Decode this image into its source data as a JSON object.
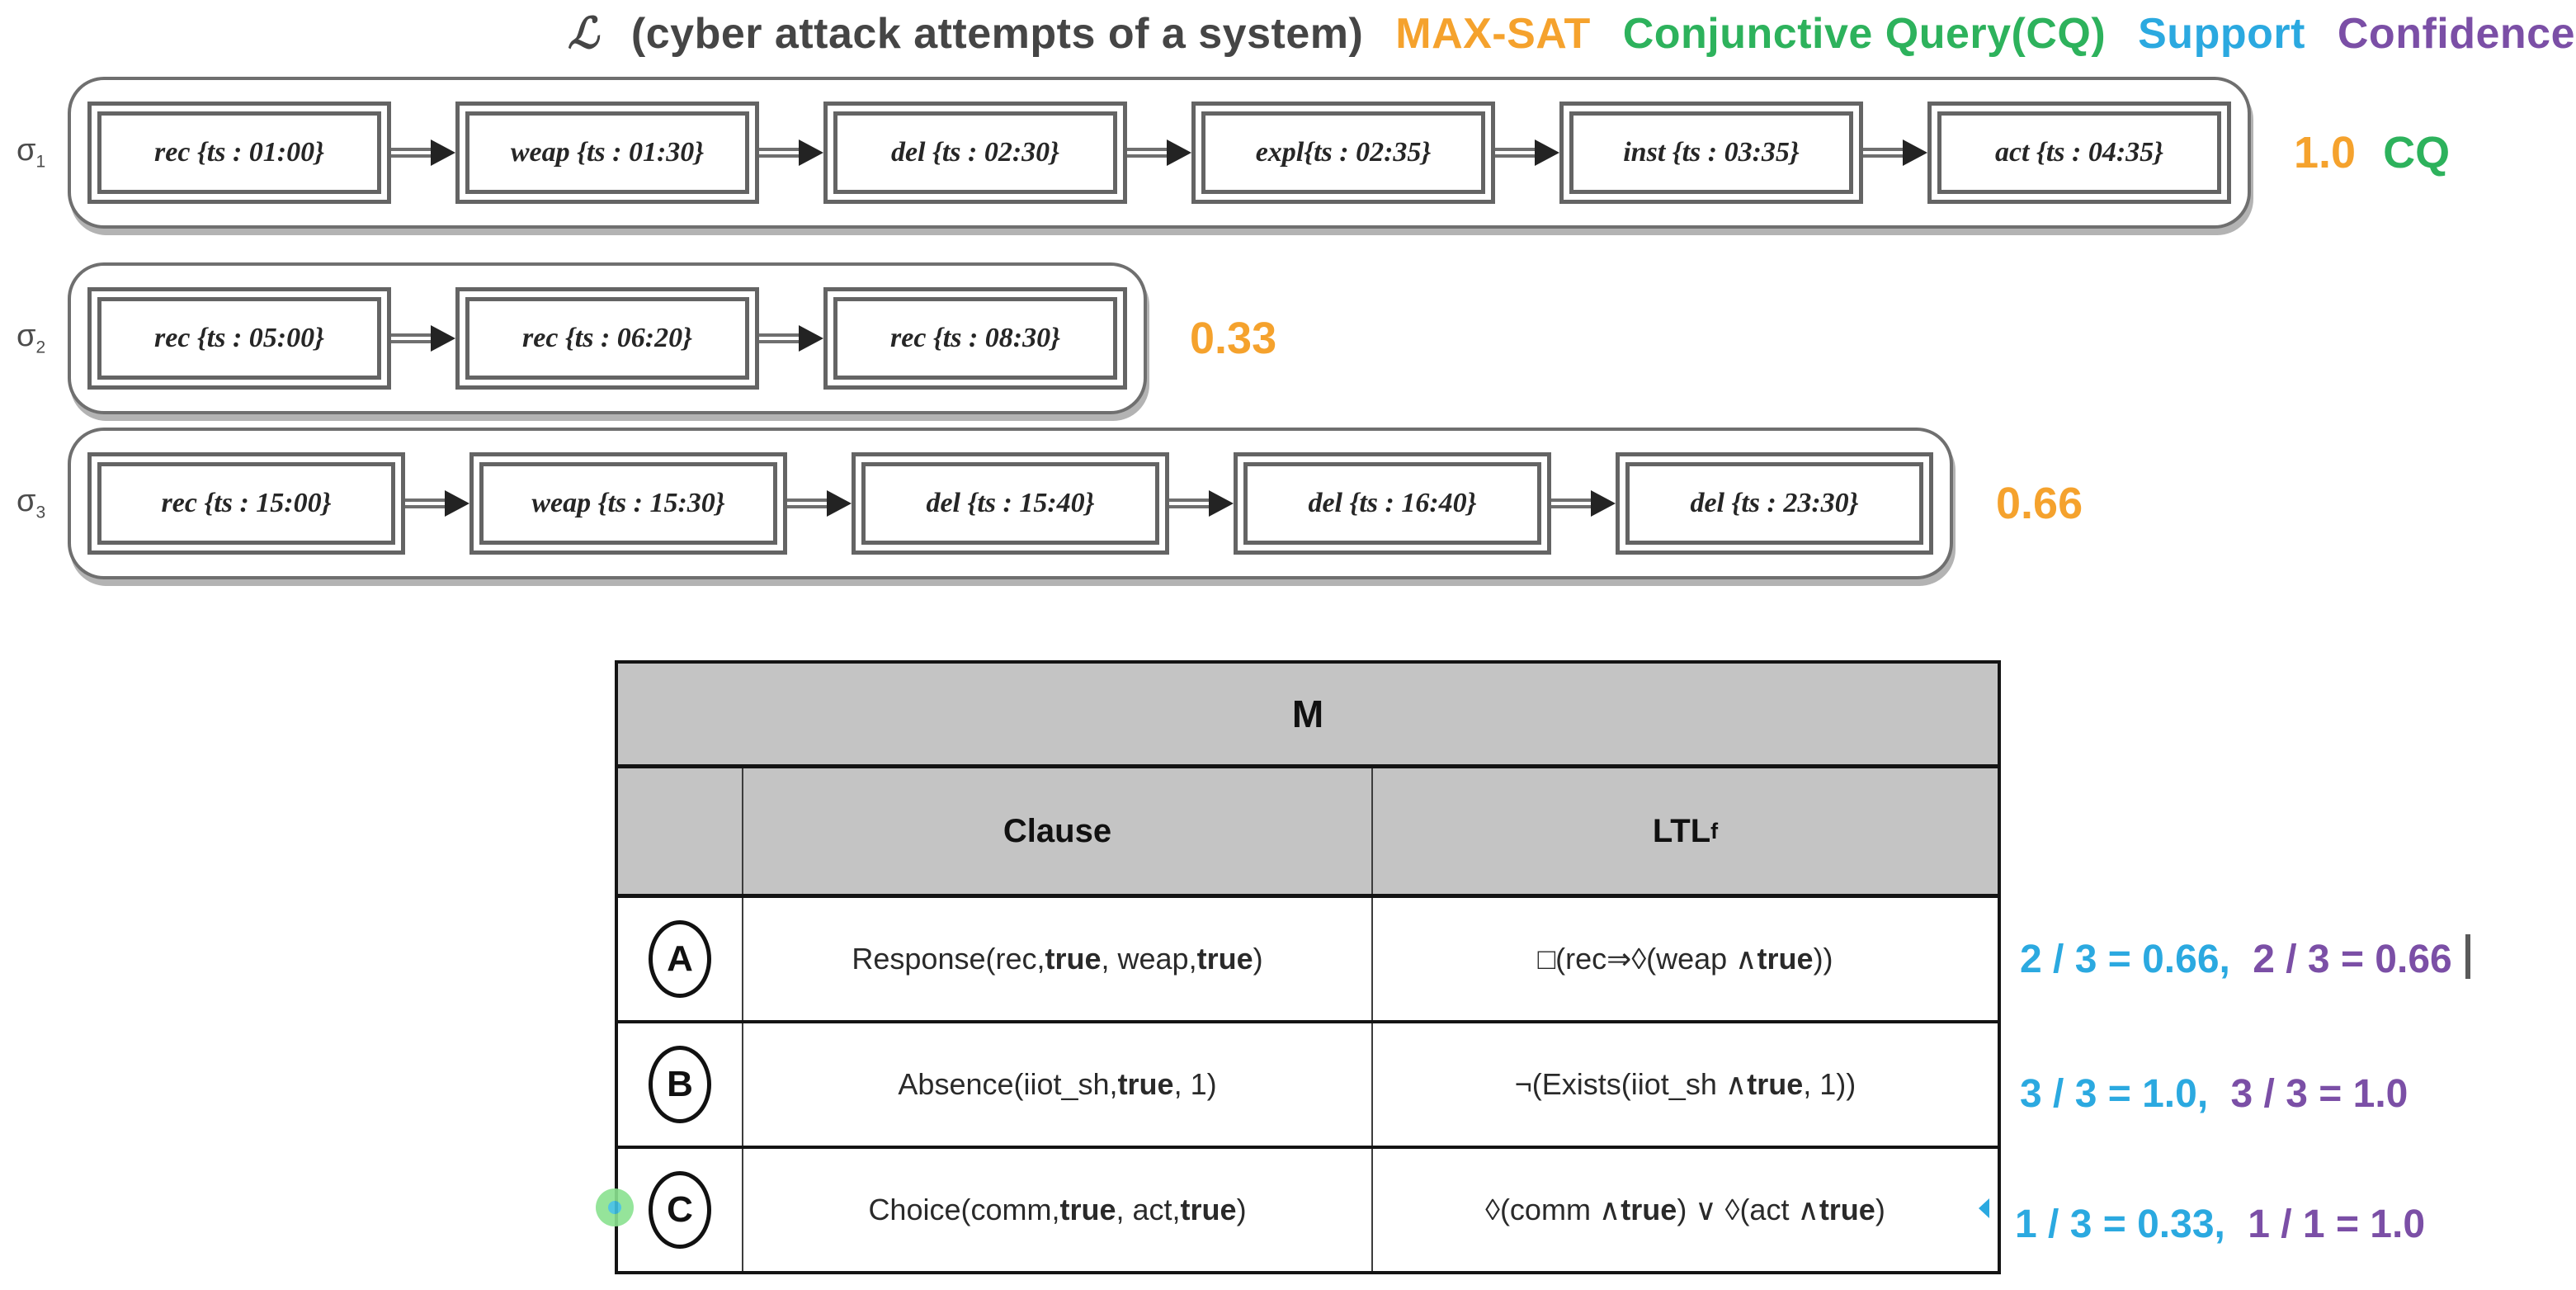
{
  "title": {
    "log_symbol": "ℒ",
    "log_description": "(cyber attack attempts of a system)",
    "maxsat_label": "MAX-SAT",
    "cq_label": "Conjunctive Query(CQ)",
    "support_label": "Support",
    "confidence_label": "Confidence"
  },
  "colors": {
    "maxsat_orange": "#F5A22D",
    "cq_green": "#2DB25C",
    "support_cyan": "#2BA9E0",
    "confidence_purple": "#7B4FA6",
    "table_header_gray": "#C4C4C4"
  },
  "sequences": [
    {
      "label": "σ",
      "sub": "1",
      "events": [
        "rec {ts : 01:00}",
        "weap {ts : 01:30}",
        "del {ts : 02:30}",
        "expl{ts : 02:35}",
        "inst {ts : 03:35}",
        "act {ts : 04:35}"
      ],
      "support": "1.0",
      "cq_label": "CQ"
    },
    {
      "label": "σ",
      "sub": "2",
      "events": [
        "rec {ts : 05:00}",
        "rec {ts : 06:20}",
        "rec {ts : 08:30}"
      ],
      "support": "0.33"
    },
    {
      "label": "σ",
      "sub": "3",
      "events": [
        "rec {ts : 15:00}",
        "weap {ts : 15:30}",
        "del {ts : 15:40}",
        "del {ts : 16:40}",
        "del {ts : 23:30}"
      ],
      "support": "0.66"
    }
  ],
  "table": {
    "title": "M",
    "clause_header": "Clause",
    "ltl_header": "LTL",
    "ltl_header_sub": "f",
    "rows": [
      {
        "id": "A",
        "clause": "Response(rec, **true**, weap, **true**)",
        "ltl": "□(rec⇒◊(weap ∧ **true**))",
        "support_calc": "2 / 3 = 0.66,",
        "confidence_calc": "2 / 3 = 0.66"
      },
      {
        "id": "B",
        "clause": "Absence(iiot_sh, **true**, 1)",
        "ltl": "¬(Exists(iiot_sh ∧ **true**, 1))",
        "support_calc": "3 / 3 = 1.0,",
        "confidence_calc": "3 / 3 = 1.0"
      },
      {
        "id": "C",
        "clause": "Choice(comm, **true**, act, **true**)",
        "ltl": "◊(comm ∧ **true**) ∨ ◊(act ∧ **true**)",
        "support_calc": "1 / 3 = 0.33,",
        "confidence_calc": "1 / 1 = 1.0"
      }
    ]
  }
}
